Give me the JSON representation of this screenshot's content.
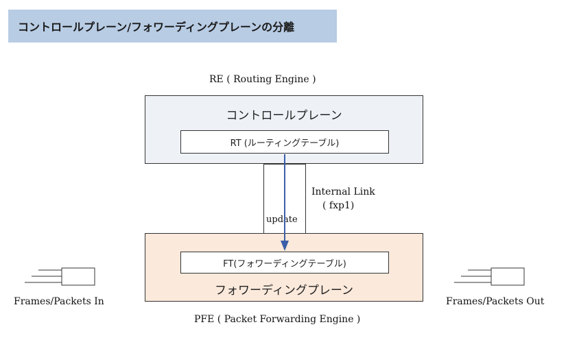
{
  "title": "コントロールプレーン/フォワーディングプレーンの分離",
  "re": {
    "caption": "RE ( Routing Engine )",
    "plane_label": "コントロールプレーン",
    "table_label": "RT (ルーティングテーブル)"
  },
  "link": {
    "label_line1": "Internal Link",
    "label_line2": "( fxp1)",
    "update_label": "update"
  },
  "pfe": {
    "caption": "PFE ( Packet Forwarding Engine )",
    "plane_label": "フォワーディングプレーン",
    "table_label": "FT(フォワーディングテーブル)"
  },
  "io": {
    "in_label": "Frames/Packets In",
    "out_label": "Frames/Packets Out"
  },
  "colors": {
    "banner": "#b8cce4",
    "re_fill": "#eef2f7",
    "pfe_fill": "#fbe9db",
    "arrow": "#3a5ea8"
  }
}
